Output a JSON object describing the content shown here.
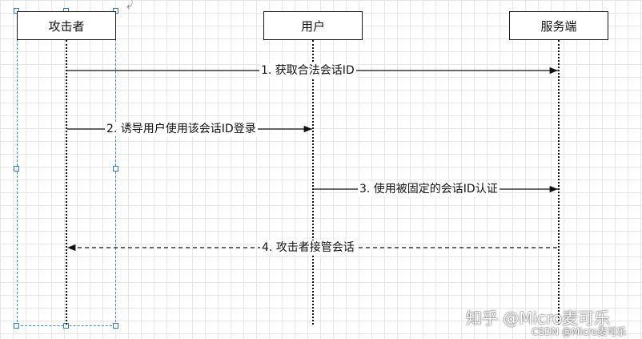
{
  "participants": {
    "attacker": "攻击者",
    "user": "用户",
    "server": "服务端"
  },
  "messages": [
    {
      "id": 1,
      "label": "1. 获取合法会话ID",
      "from": "attacker",
      "to": "server",
      "style": "solid"
    },
    {
      "id": 2,
      "label": "2. 诱导用户使用该会话ID登录",
      "from": "attacker",
      "to": "user",
      "style": "solid"
    },
    {
      "id": 3,
      "label": "3. 使用被固定的会话ID认证",
      "from": "user",
      "to": "server",
      "style": "solid"
    },
    {
      "id": 4,
      "label": "4. 攻击者接管会话",
      "from": "server",
      "to": "attacker",
      "style": "dashed"
    }
  ],
  "watermark": {
    "main": "知乎 @Micro麦可乐",
    "sub": "CSDN @Micro麦可乐"
  },
  "colors": {
    "selection": "#3a8ad6",
    "grid": "#e6e6e6",
    "line": "#111111"
  }
}
